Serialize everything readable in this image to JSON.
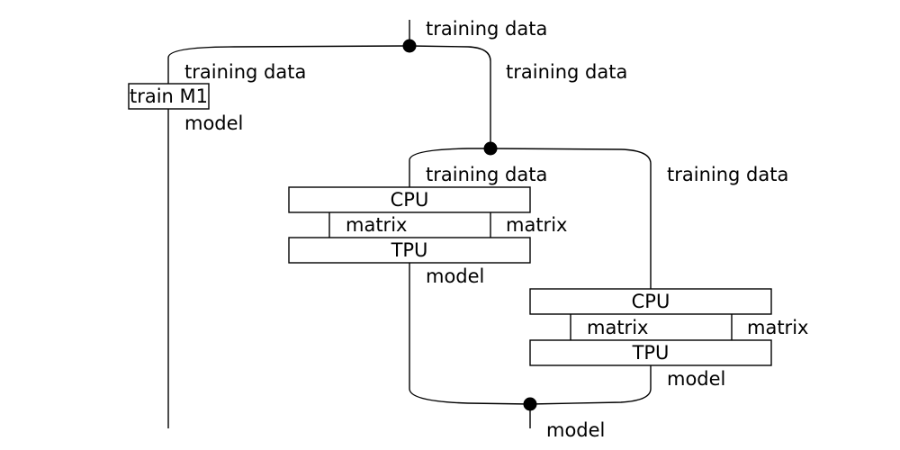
{
  "colors": {
    "ink": "#000000",
    "background": "#ffffff"
  },
  "labels": {
    "input_top": "training data",
    "left_branch_in": "training data",
    "right_branch_in": "training data",
    "left_branch_out": "model",
    "inner_left_in": "training data",
    "inner_right_in": "training data",
    "stage1_matrix_inner": "matrix",
    "stage1_matrix_outer": "matrix",
    "stage1_model": "model",
    "stage2_matrix_inner": "matrix",
    "stage2_matrix_outer": "matrix",
    "stage2_model": "model",
    "output_bottom": "model"
  },
  "boxes": {
    "train_m1": "train M1",
    "stage1_cpu": "CPU",
    "stage1_tpu": "TPU",
    "stage2_cpu": "CPU",
    "stage2_tpu": "TPU"
  }
}
